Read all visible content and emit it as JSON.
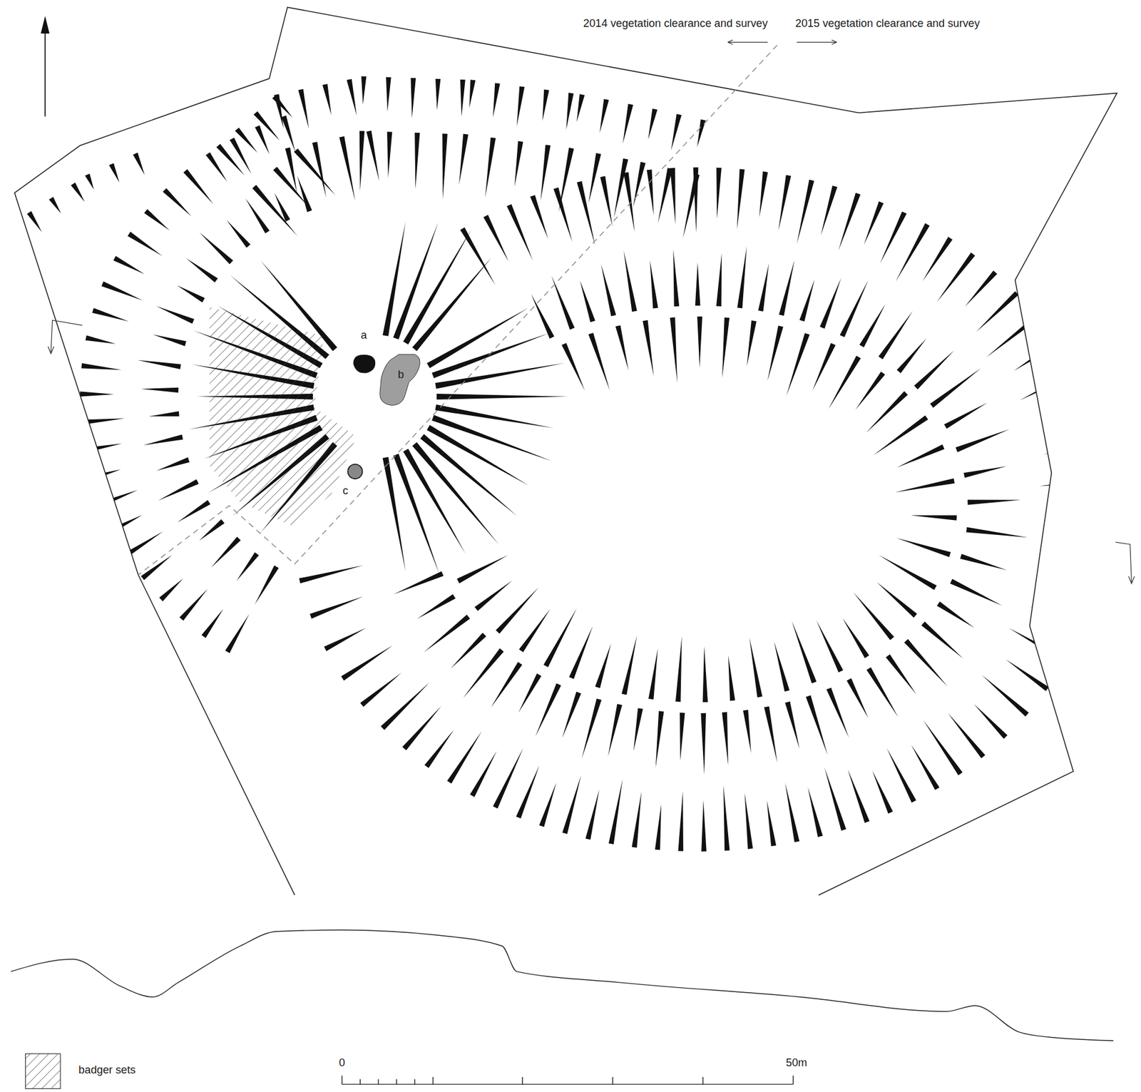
{
  "diagram": {
    "nodes": [
      {
        "text": [
          "a"
        ]
      },
      {
        "text": [
          "b"
        ]
      },
      {
        "text": [
          "c"
        ]
      }
    ],
    "labels": [
      "2014 vegetation clearance and survey",
      "2015 vegetation clearance and survey",
      "0",
      "50m"
    ],
    "legend": [
      {
        "text": "badger sets"
      }
    ]
  }
}
